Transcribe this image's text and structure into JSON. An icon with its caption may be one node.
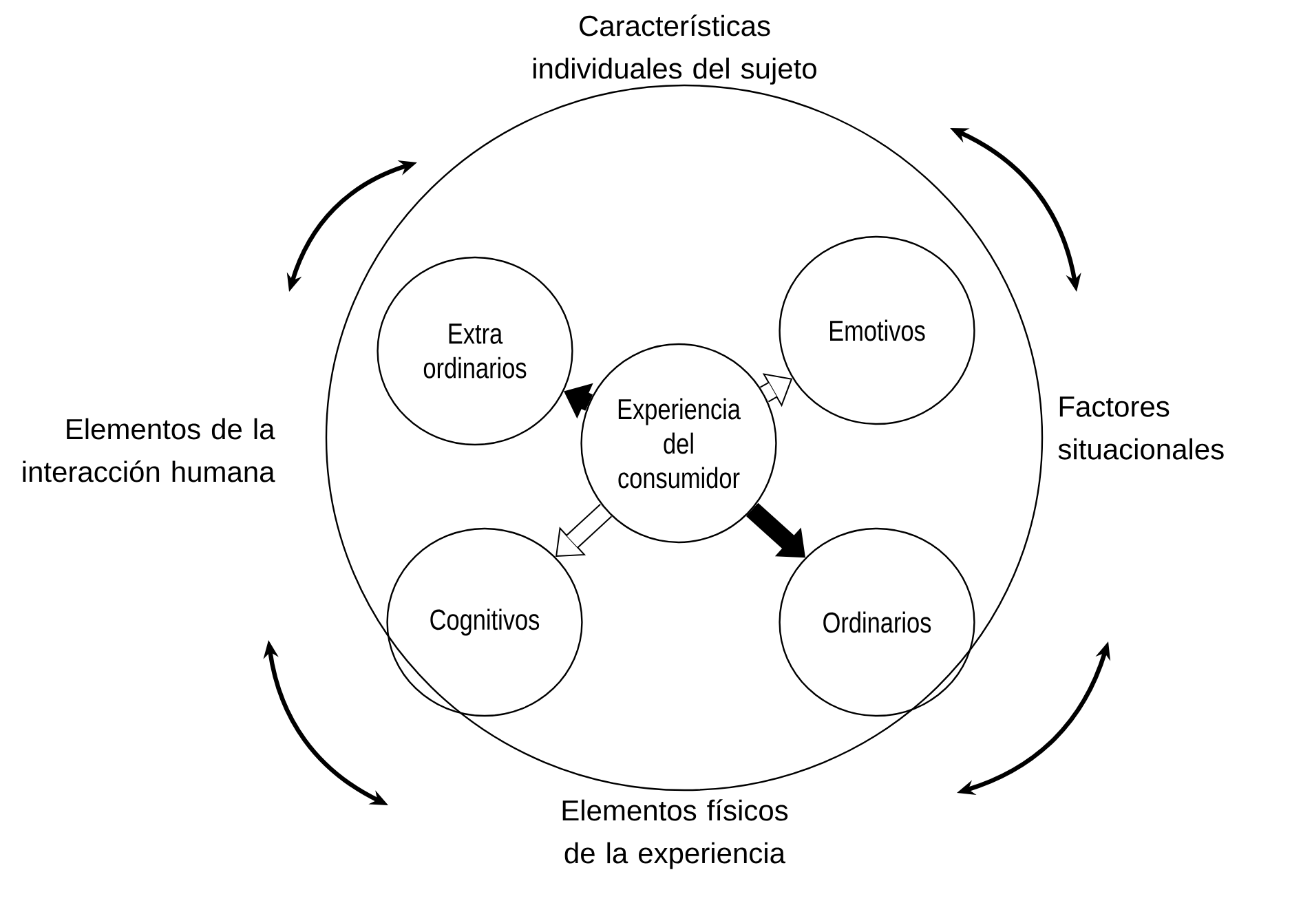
{
  "diagram": {
    "nodes": [
      {
        "text": [],
        "shape": "circle"
      },
      {
        "text": [
          "Extra ordinarios"
        ],
        "in": 0
      },
      {
        "text": [
          "Emotivos"
        ],
        "in": 0
      },
      {
        "text": [
          "Experiencia del consumidor"
        ],
        "in": 0
      },
      {
        "text": [
          "Cognitivos"
        ],
        "in": 0
      },
      {
        "text": [
          "Ordinarios"
        ],
        "in": 0
      }
    ],
    "edges": [
      {
        "from": 3,
        "to": 1,
        "arrow": "to",
        "color": "#000000"
      },
      {
        "from": 3,
        "to": 2,
        "arrow": "to",
        "color": "#ffffff"
      },
      {
        "from": 3,
        "to": 4,
        "arrow": "to",
        "color": "#ffffff"
      },
      {
        "from": 3,
        "to": 5,
        "arrow": "to",
        "color": "#000000"
      }
    ],
    "labels": [
      "Características individuales del sujeto",
      "Elementos de la interacción humana",
      "Factores situacionales",
      "Elementos físicos de la experiencia"
    ]
  }
}
